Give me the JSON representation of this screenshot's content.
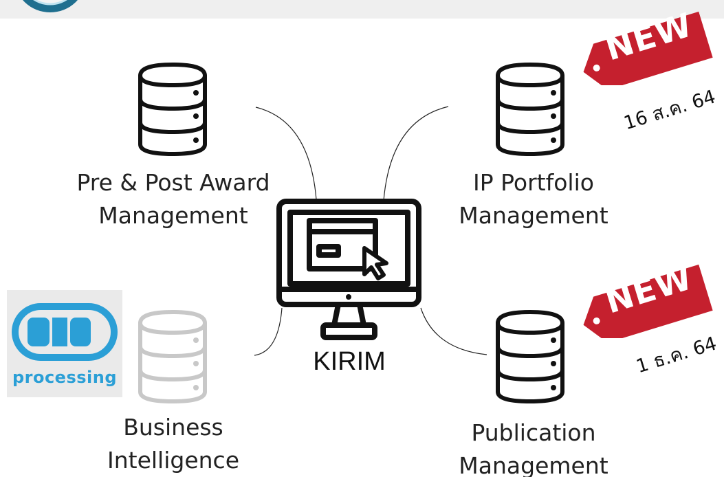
{
  "center": {
    "label": "KIRIM",
    "icon": "computer-monitor-cursor-icon"
  },
  "modules": [
    {
      "id": "pre-post-award",
      "line1": "Pre & Post Award",
      "line2": "Management",
      "icon": "database-icon",
      "status": "active"
    },
    {
      "id": "ip-portfolio",
      "line1": "IP Portfolio",
      "line2": "Management",
      "icon": "database-icon",
      "status": "active"
    },
    {
      "id": "business-intelligence",
      "line1": "Business",
      "line2": "Intelligence",
      "icon": "database-icon",
      "status": "processing"
    },
    {
      "id": "publication",
      "line1": "Publication",
      "line2": "Management",
      "icon": "database-icon",
      "status": "active"
    }
  ],
  "badges": [
    {
      "text": "NEW",
      "date": "16 ส.ค. 64",
      "color": "#c5202e"
    },
    {
      "text": "NEW",
      "date": "1 ธ.ค. 64",
      "color": "#c5202e"
    }
  ],
  "processing": {
    "text": "processing",
    "color": "#2b9fd6"
  },
  "colors": {
    "icon_active": "#111111",
    "icon_inactive": "#c8c8c8",
    "corner_logo": "#1f6f8f"
  }
}
